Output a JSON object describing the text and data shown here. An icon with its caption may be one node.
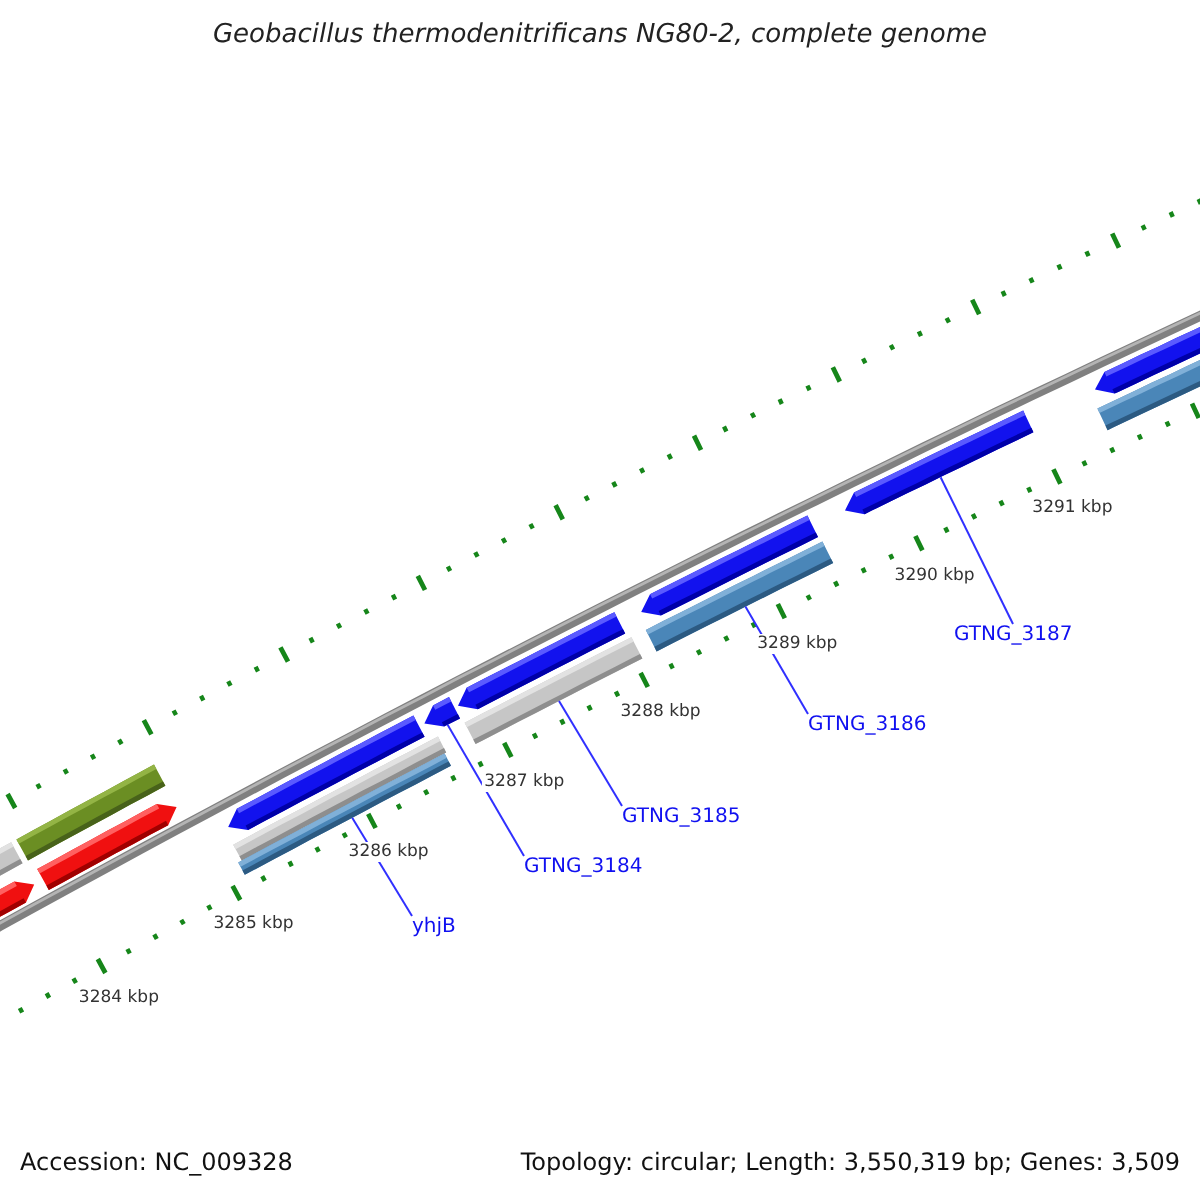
{
  "diagram": {
    "title": "Geobacillus thermodenitrificans NG80-2, complete genome",
    "nodes": [
      {
        "text": [
          "GTNG_3187"
        ]
      },
      {
        "text": [
          "GTNG_3186"
        ]
      },
      {
        "text": [
          "GTNG_3185"
        ]
      },
      {
        "text": [
          "GTNG_3184"
        ]
      },
      {
        "text": [
          "yhjB"
        ]
      },
      {
        "text": [],
        "shape": "pentagon"
      },
      {
        "text": [],
        "shape": "bar"
      },
      {
        "text": [],
        "shape": "bar"
      },
      {
        "text": [],
        "shape": "pentagon"
      },
      {
        "text": [],
        "shape": "pentagon"
      },
      {
        "text": [],
        "shape": "bar"
      },
      {
        "text": [],
        "shape": "bar"
      },
      {
        "text": [],
        "shape": "pentagon"
      },
      {
        "text": [],
        "shape": "pentagon"
      },
      {
        "text": [],
        "shape": "bar"
      },
      {
        "text": [],
        "shape": "pentagon"
      },
      {
        "text": [],
        "shape": "bar"
      },
      {
        "text": [],
        "shape": "pentagon"
      },
      {
        "text": [],
        "shape": "pentagon"
      },
      {
        "text": [],
        "shape": "bar"
      }
    ],
    "edges": [
      {
        "from": 0,
        "to": 17,
        "arrow": "none"
      },
      {
        "from": 1,
        "to": 16,
        "arrow": "none"
      },
      {
        "from": 2,
        "to": 14,
        "arrow": "none"
      },
      {
        "from": 3,
        "to": 12,
        "arrow": "none"
      },
      {
        "from": 4,
        "to": 11,
        "arrow": "none"
      }
    ],
    "labels": [
      "3291 kbp",
      "3290 kbp",
      "3289 kbp",
      "3288 kbp",
      "3287 kbp",
      "3286 kbp",
      "3285 kbp",
      "3284 kbp",
      "Accession: NC_009328",
      "Topology: circular; Length: 3,550,319 bp; Genes: 3,509"
    ]
  }
}
